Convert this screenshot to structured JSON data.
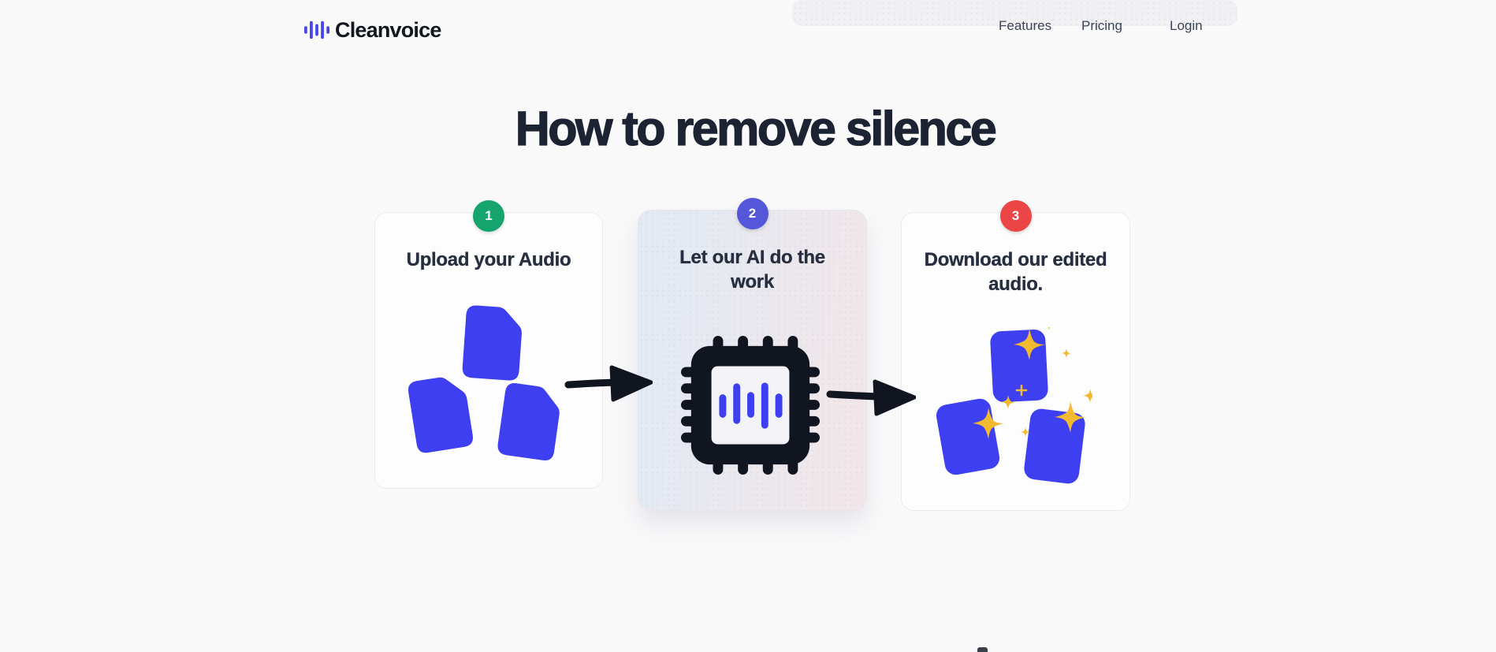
{
  "header": {
    "logo_text": "Cleanvoice",
    "nav": {
      "features": "Features",
      "pricing": "Pricing",
      "login": "Login"
    }
  },
  "main": {
    "heading": "How to remove silence",
    "steps": [
      {
        "number": "1",
        "title": "Upload your Audio",
        "badge_color": "#16a46e",
        "illustration": "three-audio-files"
      },
      {
        "number": "2",
        "title": "Let our AI do the work",
        "badge_color": "#5457d9",
        "illustration": "ai-chip-with-waveform"
      },
      {
        "number": "3",
        "title": "Download our edited audio.",
        "badge_color": "#eb4545",
        "illustration": "three-audio-files-with-sparkles"
      }
    ]
  },
  "colors": {
    "page_bg": "#f9f9fa",
    "heading": "#1c2333",
    "card_title": "#272e3f",
    "nav_text": "#3c4353",
    "file_blue": "#3d3ff0",
    "sparkle_gold": "#f2ba30",
    "ink": "#11151f",
    "card_border": "#ececf0",
    "card_bg": "#fdfdfe",
    "card2_grad_left": "#e3eaf3",
    "card2_grad_right": "#f1e7ea",
    "logo_blue": "#4644ee",
    "logo_text": "#12161f"
  }
}
